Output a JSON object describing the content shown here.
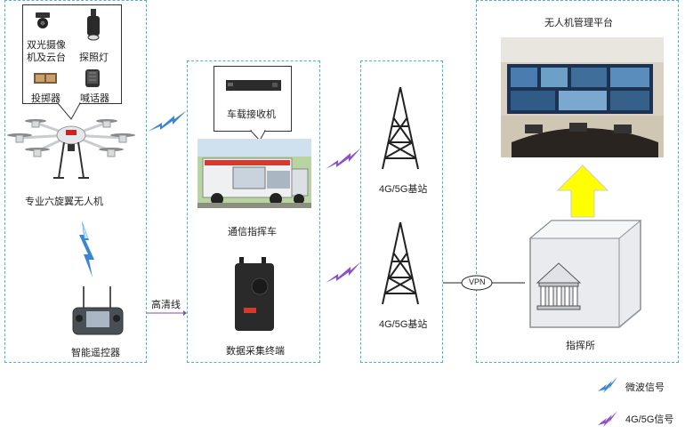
{
  "drone_panel": {
    "payloads": {
      "dual_camera": "双光摄像\n机及云台",
      "searchlight": "探照灯",
      "thrower": "投掷器",
      "megaphone": "喊话器"
    },
    "drone_label": "专业六旋翼无人机",
    "controller_label": "智能遥控器",
    "link_label": "高清线"
  },
  "vehicle_panel": {
    "receiver_label": "车载接收机",
    "vehicle_label": "通信指挥车",
    "terminal_label": "数据采集终端"
  },
  "station_panel": {
    "station_top_label": "4G/5G基站",
    "station_bottom_label": "4G/5G基站",
    "vpn_label": "VPN"
  },
  "platform_panel": {
    "title": "无人机管理平台",
    "command_label": "指挥所"
  },
  "legend": {
    "microwave_label": "微波信号",
    "cellular_label": "4G/5G信号"
  },
  "colors": {
    "panel_border": "#4ab3d6",
    "microwave": "#3a86d4",
    "cellular": "#8a4fc9",
    "arrow_fill": "#ffff00"
  }
}
